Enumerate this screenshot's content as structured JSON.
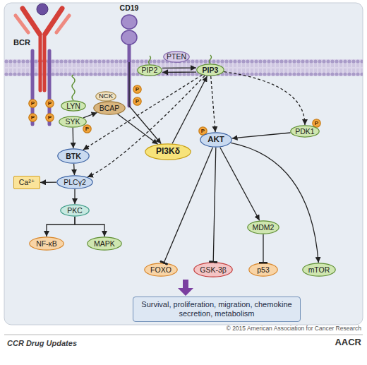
{
  "diagram": {
    "nodes": [
      {
        "text": [
          "BCR"
        ]
      },
      {
        "text": [
          "CD19"
        ]
      },
      {
        "text": [
          "PTEN"
        ]
      },
      {
        "text": [
          "PIP2"
        ]
      },
      {
        "text": [
          "PIP3"
        ]
      },
      {
        "text": [
          "P"
        ]
      },
      {
        "text": [
          "P"
        ]
      },
      {
        "text": [
          "LYN"
        ]
      },
      {
        "text": [
          "P"
        ]
      },
      {
        "text": [
          "NCK"
        ]
      },
      {
        "text": [
          "BCAP"
        ]
      },
      {
        "text": [
          "P"
        ]
      },
      {
        "text": [
          "P"
        ]
      },
      {
        "text": [
          "SYK"
        ]
      },
      {
        "text": [
          "P"
        ]
      },
      {
        "text": [
          "P"
        ]
      },
      {
        "text": [
          "PDK1"
        ]
      },
      {
        "text": [
          "P"
        ]
      },
      {
        "text": [
          "P"
        ]
      },
      {
        "text": [
          "AKT"
        ]
      },
      {
        "text": [
          "PI3Kδ"
        ]
      },
      {
        "text": [
          "BTK"
        ]
      },
      {
        "text": [
          "PLCγ2"
        ]
      },
      {
        "text": [
          "Ca²⁺"
        ]
      },
      {
        "text": [
          "PKC"
        ]
      },
      {
        "text": [
          "MDM2"
        ]
      },
      {
        "text": [
          "NF-κB"
        ]
      },
      {
        "text": [
          "MAPK"
        ]
      },
      {
        "text": [
          "FOXO"
        ]
      },
      {
        "text": [
          "GSK-3β"
        ]
      },
      {
        "text": [
          "p53"
        ]
      },
      {
        "text": [
          "mTOR"
        ]
      },
      {
        "text": [
          "Survival, proliferation, migration, chemokine secretion, metabolism"
        ]
      }
    ],
    "edges": [
      {
        "from": 13,
        "to": 10,
        "arrow": "to"
      },
      {
        "from": 13,
        "to": 21,
        "arrow": "to"
      },
      {
        "from": 10,
        "to": 20,
        "arrow": "to"
      },
      {
        "from": 1,
        "to": 20,
        "arrow": "to"
      },
      {
        "from": 20,
        "to": 4,
        "arrow": "to"
      },
      {
        "from": 3,
        "to": 4,
        "arrow": "to"
      },
      {
        "from": 4,
        "to": 3,
        "arrow": "to"
      },
      {
        "from": 4,
        "to": 19,
        "arrow": "to"
      },
      {
        "from": 4,
        "to": 16,
        "arrow": "to"
      },
      {
        "from": 4,
        "to": 21,
        "arrow": "to"
      },
      {
        "from": 4,
        "to": 22,
        "arrow": "to"
      },
      {
        "from": 16,
        "to": 19,
        "arrow": "to"
      },
      {
        "from": 21,
        "to": 22,
        "arrow": "to"
      },
      {
        "from": 22,
        "to": 23,
        "arrow": "to"
      },
      {
        "from": 22,
        "to": 24,
        "arrow": "to"
      },
      {
        "from": 24,
        "to": 26,
        "arrow": "to"
      },
      {
        "from": 24,
        "to": 27,
        "arrow": "to"
      },
      {
        "from": 19,
        "to": 28,
        "arrow": "to"
      },
      {
        "from": 19,
        "to": 29,
        "arrow": "to"
      },
      {
        "from": 19,
        "to": 25,
        "arrow": "to"
      },
      {
        "from": 25,
        "to": 30,
        "arrow": "to"
      },
      {
        "from": 19,
        "to": 31,
        "arrow": "to"
      }
    ],
    "labels": [
      "© 2015 American Association for Cancer Research",
      "CCR Drug Updates",
      "AACR"
    ]
  }
}
